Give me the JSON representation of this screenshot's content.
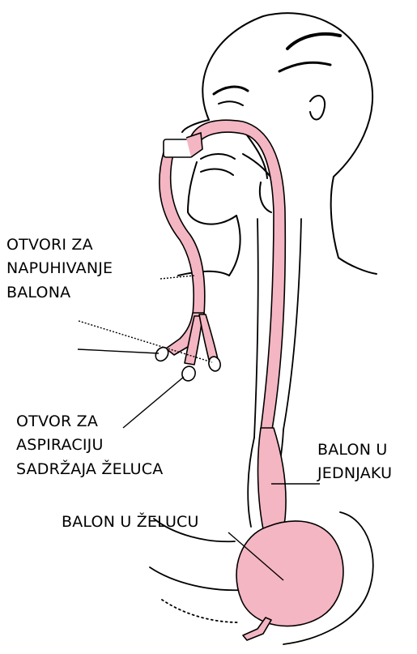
{
  "colors": {
    "tube": "#f4b6c2",
    "outline": "#000000",
    "background": "#ffffff"
  },
  "labels": {
    "inflation_ports": [
      "OTVORI ZA",
      "NAPUHIVANJE",
      "BALONA"
    ],
    "aspiration_port": [
      "OTVOR ZA",
      "ASPIRACIJU",
      "SADRŽAJA ŽELUCA"
    ],
    "esophageal_balloon": [
      "BALON U",
      "JEDNJAKU"
    ],
    "gastric_balloon": [
      "BALON U ŽELUCU"
    ]
  }
}
